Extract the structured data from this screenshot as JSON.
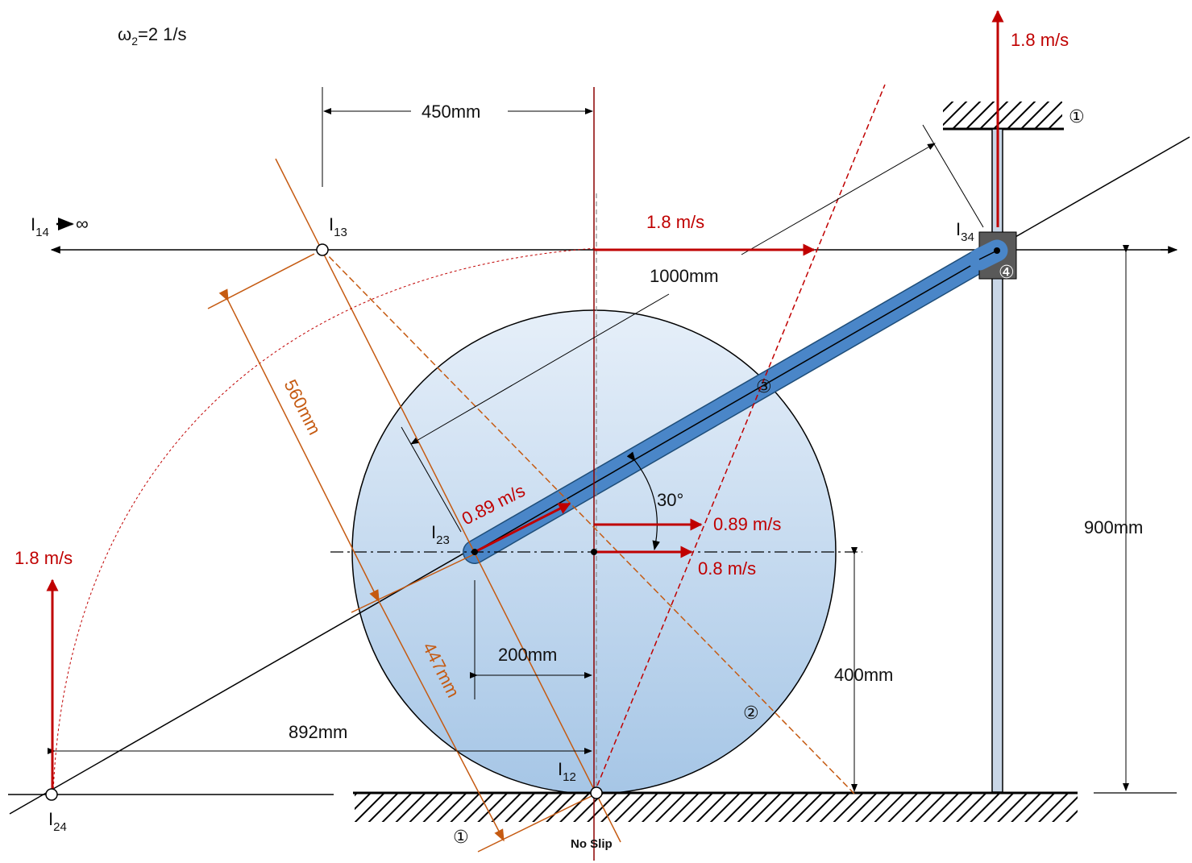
{
  "diagram": {
    "omega": {
      "main": "ω",
      "sub": "2",
      "rest": "=2 1/s"
    },
    "dims": {
      "d450": "450mm",
      "d1000": "1000mm",
      "d560": "560mm",
      "d447": "447mm",
      "d200": "200mm",
      "d892": "892mm",
      "d400": "400mm",
      "d900": "900mm"
    },
    "angle": "30°",
    "velocities": {
      "slider_top": "1.8 m/s",
      "horizontal_top": "1.8 m/s",
      "left": "1.8 m/s",
      "i23": "0.89 m/s",
      "center_upper": "0.89 m/s",
      "center_lower": "0.8 m/s"
    },
    "poles": {
      "i14": {
        "main": "I",
        "sub": "14",
        "suffix": "∞"
      },
      "i13": {
        "main": "I",
        "sub": "13"
      },
      "i34": {
        "main": "I",
        "sub": "34"
      },
      "i23": {
        "main": "I",
        "sub": "23"
      },
      "i12": {
        "main": "I",
        "sub": "12"
      },
      "i24": {
        "main": "I",
        "sub": "24"
      }
    },
    "links": {
      "ground_top": "①",
      "slider": "④",
      "rod": "③",
      "wheel": "②",
      "ground_bottom": "①"
    },
    "no_slip": "No Slip",
    "colors": {
      "velocity": "#c00000",
      "dimension_orange": "#c55a11",
      "rod_fill": "#4a86c8",
      "wheel_top": "#e4eef8",
      "wheel_bottom": "#a9c8e8",
      "slider_block": "#595959",
      "guide_bar": "#c9d6e6"
    }
  }
}
